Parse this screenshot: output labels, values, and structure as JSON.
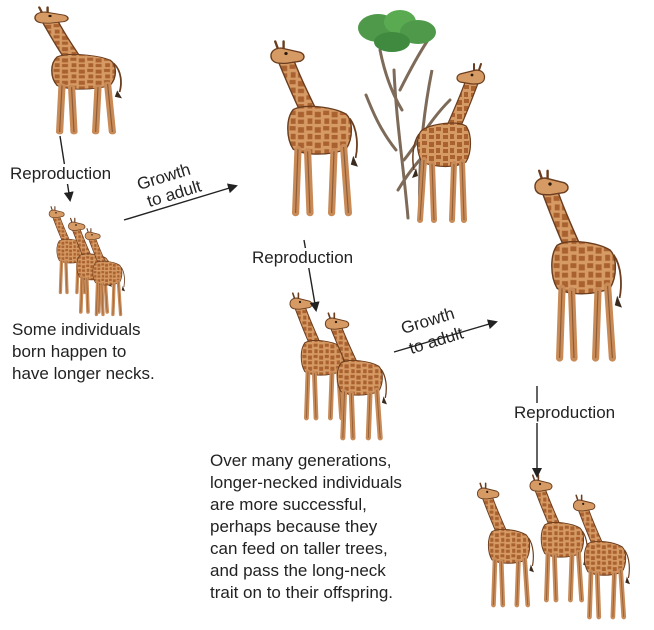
{
  "labels": {
    "reproduction_1": "Reproduction",
    "growth_1": "Growth",
    "to_adult_1": "to adult",
    "reproduction_2": "Reproduction",
    "growth_2": "Growth",
    "to_adult_2": "to adult",
    "reproduction_3": "Reproduction"
  },
  "captions": {
    "longer_necks": "Some individuals\nborn happen to\nhave longer necks.",
    "many_generations": "Over many generations,\nlonger-necked individuals\nare more successful,\nperhaps because they\ncan feed on taller trees,\nand pass the long-neck\ntrait on to their offspring."
  },
  "colors": {
    "giraffe_base": "#c88a57",
    "giraffe_patch": "#a9612f",
    "giraffe_outline": "#6b3d1e",
    "tree_trunk": "#7e6a58",
    "tree_leaves": "#4f9a4a",
    "arrow": "#222222"
  },
  "icons": [
    "giraffe-icon",
    "tree-icon",
    "arrow-icon"
  ]
}
